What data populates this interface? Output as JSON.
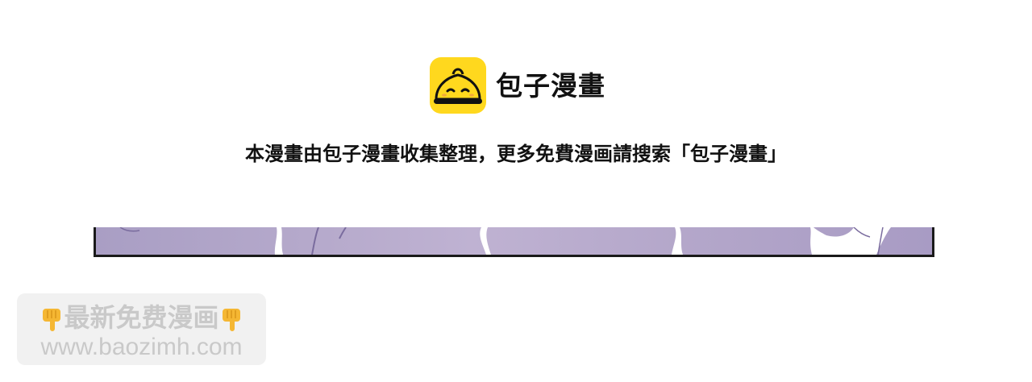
{
  "header": {
    "logo_icon": "baozi-bun-icon",
    "brand_name": "包子漫畫",
    "brand_color": "#FFD81E"
  },
  "notice": {
    "text": "本漫畫由包子漫畫收集整理，更多免費漫画請搜索「包子漫畫」"
  },
  "watermark": {
    "left_icon": "pointing-down-hand-icon",
    "title": "最新免费漫画",
    "right_icon": "pointing-down-hand-icon",
    "url": "www.baozimh.com"
  }
}
